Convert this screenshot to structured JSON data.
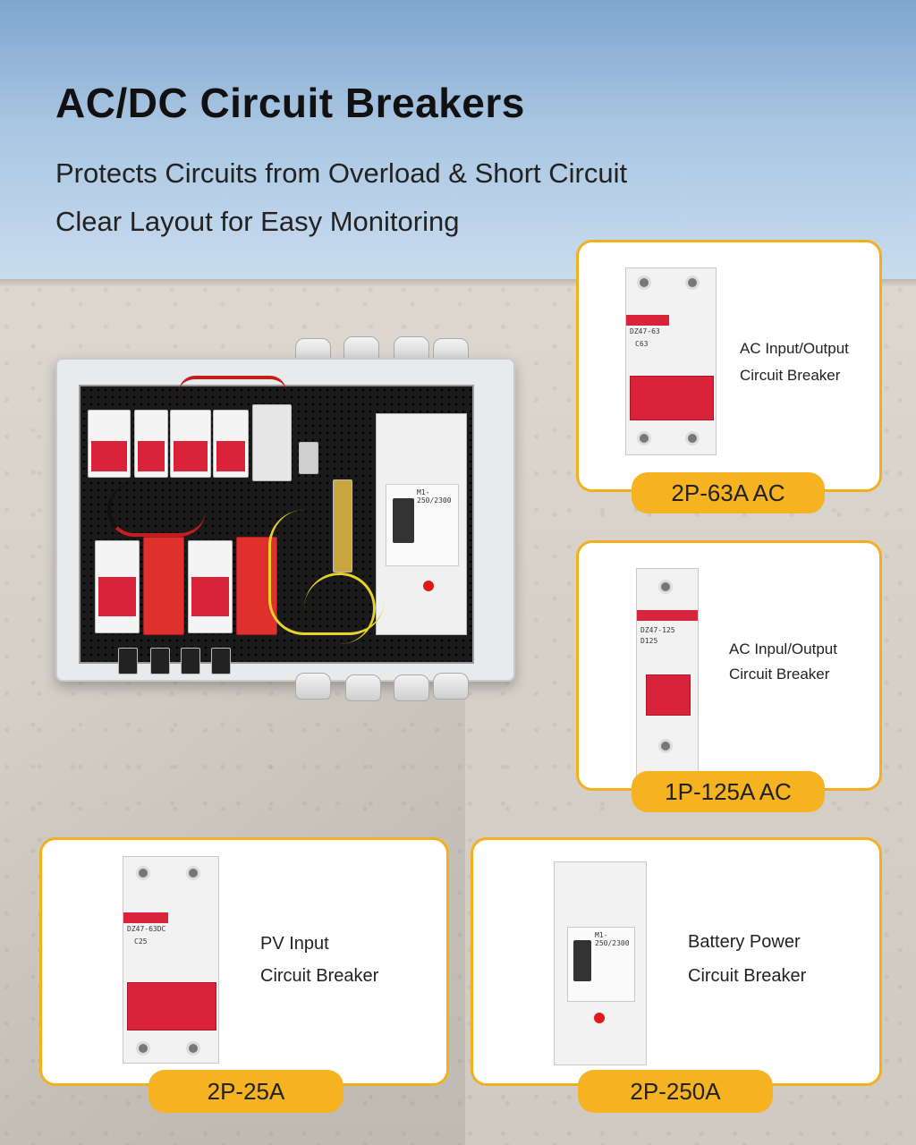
{
  "header": {
    "title": "AC/DC Circuit Breakers",
    "subtitle_1": "Protects Circuits from Overload & Short Circuit",
    "subtitle_2": "Clear Layout for Easy Monitoring"
  },
  "cards": [
    {
      "label_1": "AC Input/Output",
      "label_2": "Circuit Breaker",
      "badge": "2P-63A AC",
      "model": "DZ47-63",
      "rating": "C63"
    },
    {
      "label_1": "AC Inpul/Output",
      "label_2": "Circuit Breaker",
      "badge": "1P-125A AC",
      "model": "DZ47-125",
      "rating": "D125"
    },
    {
      "label_1": "PV Input",
      "label_2": "Circuit Breaker",
      "badge": "2P-25A",
      "model": "DZ47-63DC",
      "rating": "C25"
    },
    {
      "label_1": "Battery Power",
      "label_2": "Circuit Breaker",
      "badge": "2P-250A",
      "model": "M1-250/2300",
      "rating": ""
    }
  ],
  "enclosure": {
    "mccb_label": "M1-250/2300"
  },
  "colors": {
    "accent": "#f5b321",
    "breaker_red": "#d8233a",
    "border": "#f2b01e"
  }
}
